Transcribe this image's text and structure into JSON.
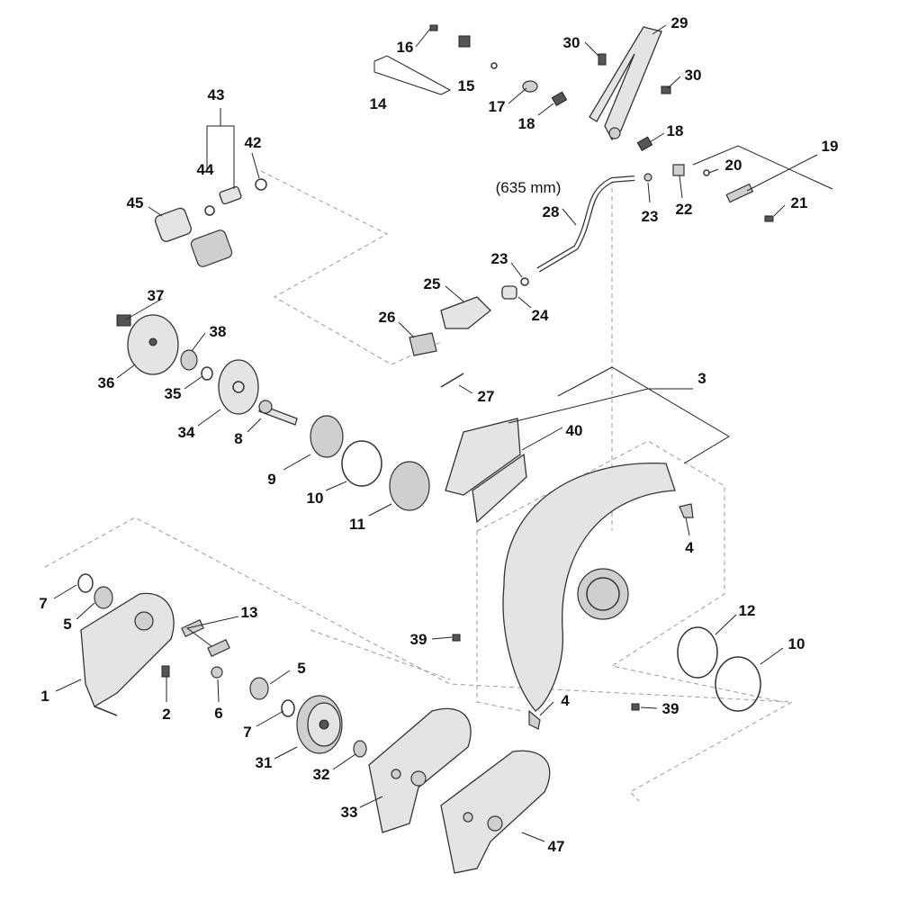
{
  "diagram": {
    "type": "exploded-parts-diagram",
    "callouts": [
      "16",
      "14",
      "15",
      "17",
      "18",
      "30",
      "29",
      "30",
      "18",
      "19",
      "20",
      "22",
      "23",
      "21",
      "(635 mm)",
      "28",
      "23",
      "24",
      "25",
      "26",
      "27",
      "43",
      "44",
      "42",
      "45",
      "37",
      "38",
      "36",
      "35",
      "34",
      "8",
      "9",
      "10",
      "11",
      "3",
      "40",
      "4",
      "12",
      "10",
      "39",
      "39",
      "4",
      "7",
      "5",
      "13",
      "1",
      "2",
      "6",
      "5",
      "7",
      "31",
      "32",
      "33",
      "47"
    ]
  }
}
